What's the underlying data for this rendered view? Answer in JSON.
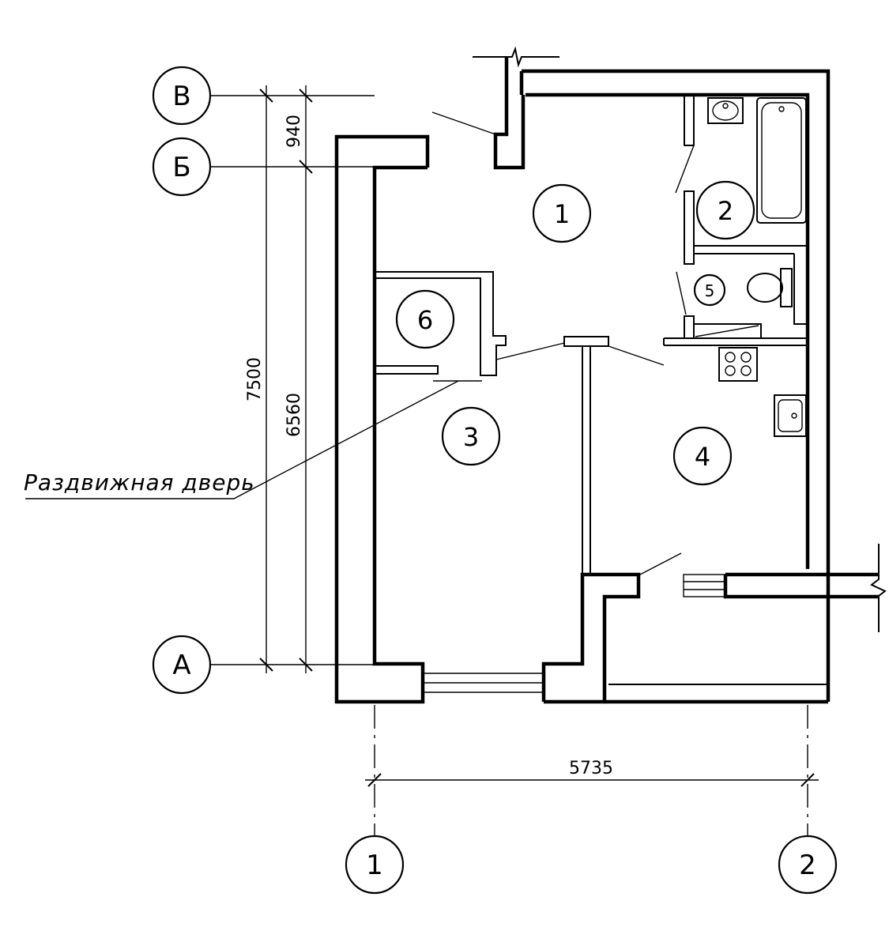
{
  "axes": {
    "vertical": [
      "1",
      "2"
    ],
    "horizontal": [
      "В",
      "Б",
      "А"
    ]
  },
  "rooms": [
    "1",
    "2",
    "3",
    "4",
    "5",
    "6"
  ],
  "dimensions": {
    "overall_height": "7500",
    "inner_height": "6560",
    "top_offset": "940",
    "width": "5735"
  },
  "note": "Раздвижная дверь"
}
